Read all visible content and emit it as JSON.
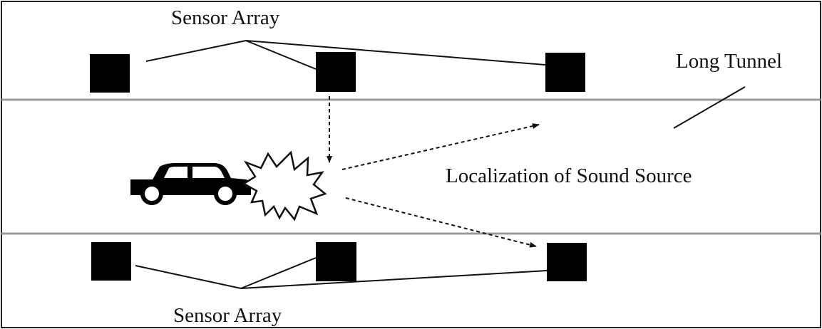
{
  "labels": {
    "sensor_array_top": "Sensor Array",
    "sensor_array_bottom": "Sensor Array",
    "long_tunnel": "Long Tunnel",
    "localization": "Localization of Sound Source"
  },
  "colors": {
    "ink": "#111111",
    "frame": "#222222",
    "tunnel_wall": "#9a9a9a",
    "sensor_fill": "#000000",
    "background": "#ffffff"
  },
  "icons": {
    "vehicle": "car-icon",
    "sound": "explosion-burst-icon",
    "sensor": "square-sensor-icon"
  }
}
